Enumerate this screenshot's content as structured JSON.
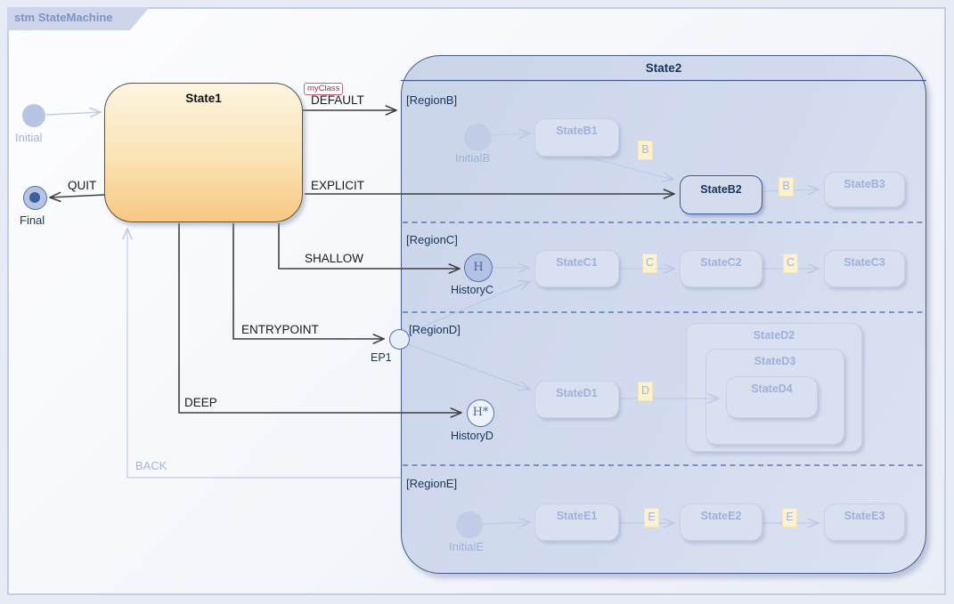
{
  "frame": {
    "title": "stm StateMachine"
  },
  "colors": {
    "navy_text": "#17365d",
    "faded_text": "#9fb1d9",
    "black_line": "#3f3f3f",
    "faded_line": "#c2cee9",
    "dashed_separator": "#5b79b5",
    "trigger_badge_bg": "#fdf2cf",
    "stereotype_red": "#a8314e",
    "state1_fill_top": "#fdf4e0",
    "state1_fill_bottom": "#f8c783",
    "state2_fill": "#cfd9ec"
  },
  "pseudostates": {
    "initial": "Initial",
    "final": "Final"
  },
  "state1": {
    "title": "State1"
  },
  "state2": {
    "title": "State2",
    "regions": {
      "b": {
        "label": "[RegionB]",
        "initial": "InitialB",
        "states": {
          "b1": "StateB1",
          "b2": "StateB2",
          "b3": "StateB3"
        },
        "triggers": {
          "t1": "B",
          "t2": "B"
        }
      },
      "c": {
        "label": "[RegionC]",
        "history": {
          "label": "HistoryC",
          "glyph": "H"
        },
        "states": {
          "c1": "StateC1",
          "c2": "StateC2",
          "c3": "StateC3"
        },
        "triggers": {
          "t1": "C",
          "t2": "C"
        }
      },
      "d": {
        "label": "[RegionD]",
        "entry_point": {
          "label": "EP1"
        },
        "history": {
          "label": "HistoryD",
          "glyph": "H*"
        },
        "states": {
          "d1": "StateD1",
          "d2": "StateD2",
          "d3": "StateD3",
          "d4": "StateD4"
        },
        "triggers": {
          "t1": "D"
        }
      },
      "e": {
        "label": "[RegionE]",
        "initial": "InitialE",
        "states": {
          "e1": "StateE1",
          "e2": "StateE2",
          "e3": "StateE3"
        },
        "triggers": {
          "t1": "E",
          "t2": "E"
        }
      }
    }
  },
  "transitions": {
    "default": {
      "label": "DEFAULT",
      "stereotype": "myClass"
    },
    "explicit": {
      "label": "EXPLICIT"
    },
    "quit": {
      "label": "QUIT"
    },
    "shallow": {
      "label": "SHALLOW"
    },
    "entrypoint": {
      "label": "ENTRYPOINT"
    },
    "deep": {
      "label": "DEEP"
    },
    "back": {
      "label": "BACK"
    }
  }
}
